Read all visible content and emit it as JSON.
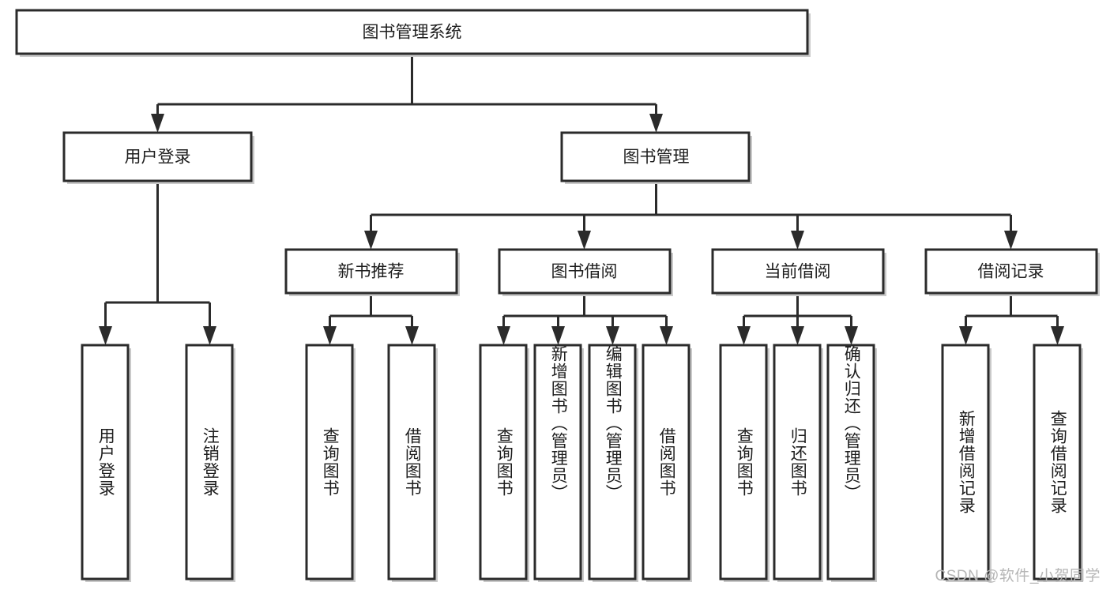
{
  "diagram": {
    "type": "tree-hierarchy-chart",
    "title": "图书管理系统",
    "colors": {
      "stroke": "#2b2b2b",
      "fill": "#ffffff",
      "shadow": "#c9c9c9",
      "text": "#1d1d1d",
      "watermark": "#b6b6b6"
    },
    "root": {
      "label": "图书管理系统",
      "orientation": "horizontal"
    },
    "level2": [
      {
        "label": "用户登录",
        "orientation": "horizontal"
      },
      {
        "label": "图书管理",
        "orientation": "horizontal"
      }
    ],
    "level3": [
      {
        "label": "新书推荐",
        "orientation": "horizontal"
      },
      {
        "label": "图书借阅",
        "orientation": "horizontal"
      },
      {
        "label": "当前借阅",
        "orientation": "horizontal"
      },
      {
        "label": "借阅记录",
        "orientation": "horizontal"
      }
    ],
    "leaves": [
      {
        "label": "用户登录",
        "parent": "用户登录",
        "orientation": "vertical"
      },
      {
        "label": "注销登录",
        "parent": "用户登录",
        "orientation": "vertical"
      },
      {
        "label": "查询图书",
        "parent": "新书推荐",
        "orientation": "vertical"
      },
      {
        "label": "借阅图书",
        "parent": "新书推荐",
        "orientation": "vertical"
      },
      {
        "label": "查询图书",
        "parent": "图书借阅",
        "orientation": "vertical"
      },
      {
        "label": "新增图书（管理员）",
        "parent": "图书借阅",
        "orientation": "vertical"
      },
      {
        "label": "编辑图书（管理员）",
        "parent": "图书借阅",
        "orientation": "vertical"
      },
      {
        "label": "借阅图书",
        "parent": "图书借阅",
        "orientation": "vertical"
      },
      {
        "label": "查询图书",
        "parent": "当前借阅",
        "orientation": "vertical"
      },
      {
        "label": "归还图书",
        "parent": "当前借阅",
        "orientation": "vertical"
      },
      {
        "label": "确认归还（管理员）",
        "parent": "当前借阅",
        "orientation": "vertical"
      },
      {
        "label": "新增借阅记录",
        "parent": "借阅记录",
        "orientation": "vertical"
      },
      {
        "label": "查询借阅记录",
        "parent": "借阅记录",
        "orientation": "vertical"
      }
    ]
  },
  "watermark": {
    "text": "CSDN @软件_小贺同学"
  }
}
